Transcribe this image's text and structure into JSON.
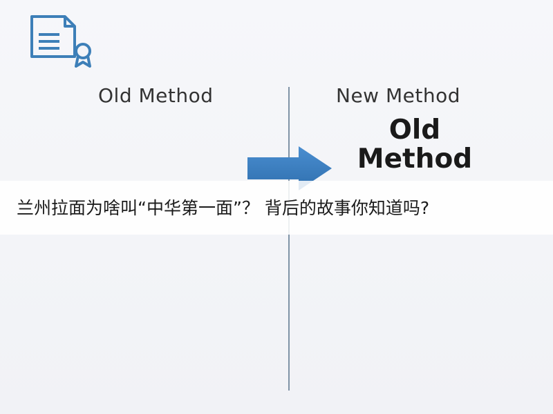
{
  "left_column": {
    "title": "Old Method"
  },
  "right_column": {
    "title": "New Method",
    "label_line1": "Old",
    "label_line2": "Method"
  },
  "banner": {
    "caption": "兰州拉面为啥叫“中华第一面”？ 背后的故事你知道吗?"
  },
  "colors": {
    "icon": "#3d7fb8",
    "arrow": "#3b7fc0",
    "divider": "#7f93a6"
  },
  "icons": {
    "top_left": "document-badge-icon",
    "center": "arrow-right-icon"
  }
}
